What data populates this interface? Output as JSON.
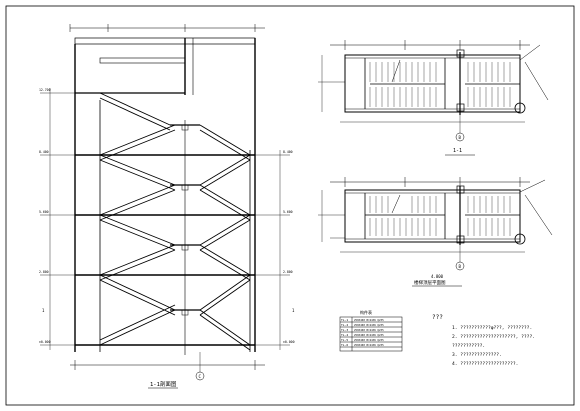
{
  "section": {
    "title": "1-1剖面图",
    "elev_labels_left": [
      "12.700",
      "8.400",
      "5.600",
      "2.800",
      "±0.000"
    ],
    "elev_labels_right": [
      "8.400",
      "5.600",
      "2.800",
      "±0.000"
    ],
    "grid_label_left": "1",
    "grid_label_right": "1",
    "axis_bubble": "C"
  },
  "plan_top": {
    "caption": "1-1",
    "axis_bubble": "B"
  },
  "plan_bottom": {
    "caption_line1": "4.800",
    "caption_line2": "楼梯顶层平面图",
    "axis_bubble": "B"
  },
  "member_table": {
    "title": "构件表",
    "rows": [
      {
        "id": "TL-1",
        "spec": "250X400 B=24X6 Q235"
      },
      {
        "id": "TL-2",
        "spec": "250X400 B=24X6 Q235"
      },
      {
        "id": "TL-3",
        "spec": "250X400 B=24X6 Q235"
      },
      {
        "id": "TL-4",
        "spec": "250X400 B=24X6 Q235"
      },
      {
        "id": "TL-5",
        "spec": "250X400 B=24X6 Q235"
      },
      {
        "id": "TL-6",
        "spec": "250X400 B=24X6 Q235"
      }
    ]
  },
  "notes": {
    "title": "???",
    "lines": [
      "1. ???????????φ???, ????????.",
      "2. ????????????????????, ????.",
      "   ???????????.",
      "3. ??????????????.",
      "4. ????????????????????."
    ]
  },
  "colors": {
    "line": "#000000",
    "paper": "#ffffff"
  }
}
